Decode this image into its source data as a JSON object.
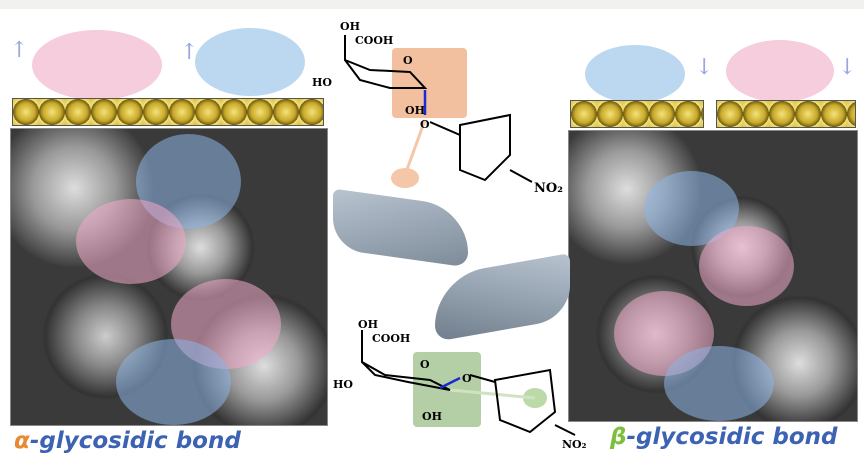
{
  "left_label": {
    "greek": "α",
    "text": "-glycosidic bond"
  },
  "right_label": {
    "greek": "β",
    "text": "-glycosidic bond"
  },
  "top_structure": {
    "oh_top": "OH",
    "cooh": "COOH",
    "ring_o": "O",
    "ho": "HO",
    "oh_bottom": "OH",
    "link_o": "O",
    "no2": "NO₂"
  },
  "bottom_structure": {
    "oh_top": "OH",
    "cooh": "COOH",
    "ring_o": "O",
    "ho": "HO",
    "oh_bottom": "OH",
    "link_o": "O",
    "no2": "NO₂"
  },
  "colors": {
    "alpha": "#e88a32",
    "beta": "#7bbf3a",
    "text": "#3c62b3",
    "pink": "#f4b8cf",
    "blue": "#a9cdee"
  }
}
